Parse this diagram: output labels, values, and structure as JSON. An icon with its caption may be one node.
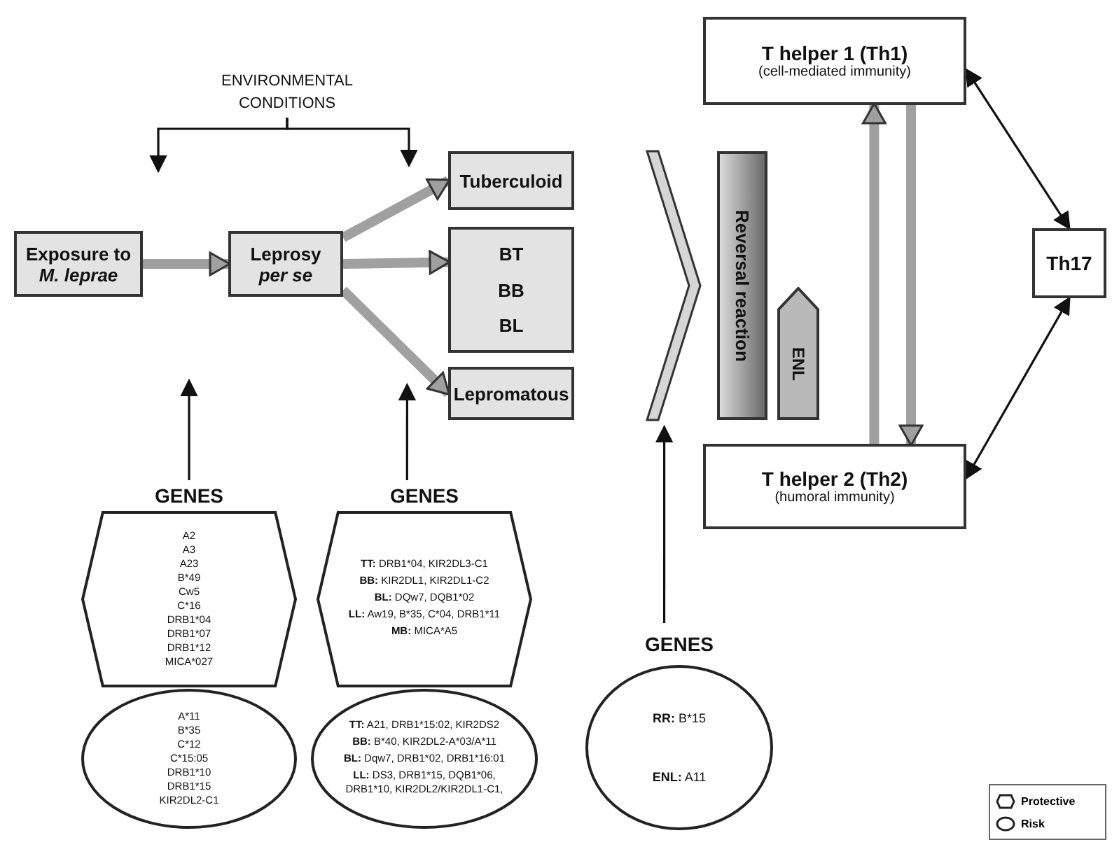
{
  "diagram": {
    "nodes": [
      {
        "text": [
          "ENVIRONMENTAL CONDITIONS"
        ]
      },
      {
        "text": [
          "Exposure to *M. leprae*"
        ]
      },
      {
        "text": [
          "Leprosy *per se*"
        ]
      },
      {
        "text": [
          "Tuberculoid"
        ]
      },
      {
        "text": [
          "BT",
          "BB",
          "BL"
        ]
      },
      {
        "text": [
          "Lepromatous"
        ]
      },
      {
        "text": [
          "Reversal reaction"
        ]
      },
      {
        "text": [
          "ENL"
        ]
      },
      {
        "text": [
          "T helper 1 (Th1)",
          "(cell-mediated immunity)"
        ]
      },
      {
        "text": [
          "Th17"
        ]
      },
      {
        "text": [
          "T helper 2 (Th2)",
          "(humoral immunity)"
        ]
      },
      {
        "text": [
          "GENES",
          "A2",
          "A3",
          "A23",
          "B*49",
          "Cw5",
          "C*16",
          "DRB1*04",
          "DRB1*07",
          "DRB1*12",
          "MICA*027"
        ]
      },
      {
        "text": [
          "A*11",
          "B*35",
          "C*12",
          "C*15:05",
          "DRB1*10",
          "DRB1*15",
          "KIR2DL2-C1"
        ]
      },
      {
        "text": [
          "GENES",
          "**TT:** DRB1*04, KIR2DL3-C1",
          "**BB:** KIR2DL1, KIR2DL1-C2",
          "**BL:** DQw7, DQB1*02",
          "**LL:** Aw19, B*35, C*04, DRB1*11",
          "**MB:** MICA*A5"
        ]
      },
      {
        "text": [
          "**TT:** A21, DRB1*15:02, KIR2DS2",
          "**BB:** B*40, KIR2DL2-A*03/A*11",
          "**BL:** Dqw7, DRB1*02, DRB1*16:01",
          "**LL:** DS3, DRB1*15, DQB1*06, DRB1*10, KIR2DL2/KIR2DL1-C1,"
        ]
      },
      {
        "text": [
          "GENES",
          "**RR:** B*15",
          "**ENL:** A11"
        ]
      }
    ],
    "edges": [
      {
        "from": 0,
        "to": null,
        "arrow": "to"
      },
      {
        "from": 0,
        "to": null,
        "arrow": "to"
      },
      {
        "from": 1,
        "to": 2,
        "arrow": "to",
        "style": "thick",
        "color": "#a0a0a0"
      },
      {
        "from": 2,
        "to": 3,
        "arrow": "to",
        "style": "thick",
        "color": "#a0a0a0"
      },
      {
        "from": 2,
        "to": 4,
        "arrow": "to",
        "style": "thick",
        "color": "#a0a0a0"
      },
      {
        "from": 2,
        "to": 5,
        "arrow": "to",
        "style": "thick",
        "color": "#a0a0a0"
      },
      {
        "from": 4,
        "to": 6,
        "arrow": "to",
        "style": "thick"
      },
      {
        "from": 10,
        "to": 8,
        "arrow": "to",
        "style": "thick",
        "color": "#a0a0a0"
      },
      {
        "from": 8,
        "to": 10,
        "arrow": "to",
        "style": "thick",
        "color": "#a0a0a0"
      },
      {
        "from": 8,
        "to": 9,
        "arrow": "both"
      },
      {
        "from": 10,
        "to": 9,
        "arrow": "both"
      },
      {
        "from": 11,
        "to": null,
        "arrow": "to"
      },
      {
        "from": 13,
        "to": null,
        "arrow": "to"
      },
      {
        "from": 15,
        "to": null,
        "arrow": "to"
      }
    ],
    "legend": [
      {
        "text": "Protective"
      },
      {
        "text": "Risk"
      }
    ]
  }
}
